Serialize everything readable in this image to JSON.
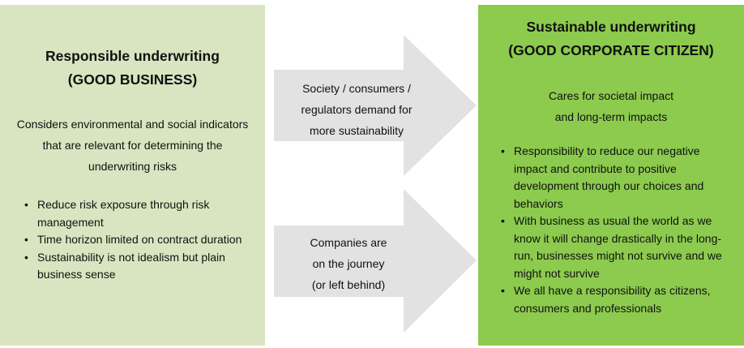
{
  "colors": {
    "left_panel": "#d8e5c0",
    "right_panel": "#8ccb4e",
    "arrow": "#e2e2e2"
  },
  "left": {
    "title_line1": "Responsible underwriting",
    "title_line2": "(GOOD BUSINESS)",
    "intro_line1": "Considers environmental and social indicators",
    "intro_line2": "that are relevant for determining the",
    "intro_line3": "underwriting risks",
    "bullets": [
      "Reduce risk exposure through risk management",
      "Time horizon limited on contract duration",
      "Sustainability is not idealism but plain business sense"
    ]
  },
  "arrows": {
    "top_line1": "Society / consumers /",
    "top_line2": "regulators demand for",
    "top_line3": "more sustainability",
    "bottom_line1": "Companies are",
    "bottom_line2": "on the journey",
    "bottom_line3": "(or left behind)"
  },
  "right": {
    "title_line1": "Sustainable underwriting",
    "title_line2": "(GOOD CORPORATE CITIZEN)",
    "intro_line1": "Cares for societal impact",
    "intro_line2": "and long-term impacts",
    "bullets": [
      "Responsibility to reduce our negative impact and contribute to positive development through our choices and behaviors",
      "With business as usual the world as we know it will change drastically in the long-run, businesses might not survive and we might not survive",
      "We all have a responsibility as citizens, consumers and professionals"
    ]
  }
}
